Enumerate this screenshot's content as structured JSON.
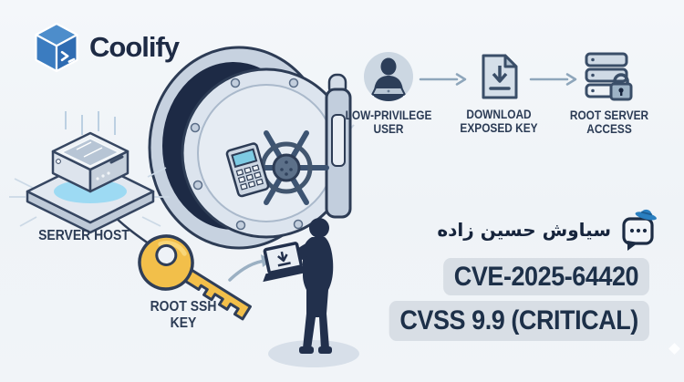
{
  "logo": {
    "brand": "Coolify",
    "icon": "coolify-cube-terminal-logo"
  },
  "flow": {
    "steps": [
      {
        "icon": "low-privilege-user-icon",
        "label": "LOW-PRIVILEGE USER"
      },
      {
        "icon": "download-document-icon",
        "label": "DOWNLOAD EXPOSED KEY"
      },
      {
        "icon": "locked-server-icon",
        "label": "ROOT SERVER ACCESS"
      }
    ],
    "arrow_color": "#8ea6bb"
  },
  "illustration": {
    "server_label": "SERVER HOST",
    "key_label": "ROOT SSH KEY",
    "vault": "bank-vault-door",
    "attacker": "silhouette-holding-laptop"
  },
  "author": {
    "name": "سیاوش حسین زاده",
    "icon": "chat-bubble-with-hat-icon"
  },
  "badges": [
    {
      "text": "CVE-2025-64420"
    },
    {
      "text": "CVSS 9.9 (CRITICAL)"
    }
  ],
  "colors": {
    "navy": "#1d2a45",
    "outline": "#2d3c55",
    "brand_blue": "#3b7cc0",
    "badge_bg": "#d8dee5",
    "badge_text": "#1d3049",
    "key_gold": "#f2bf4a",
    "glow_cyan": "#9ddaf3",
    "arrow_gray": "#8ea6bb"
  }
}
